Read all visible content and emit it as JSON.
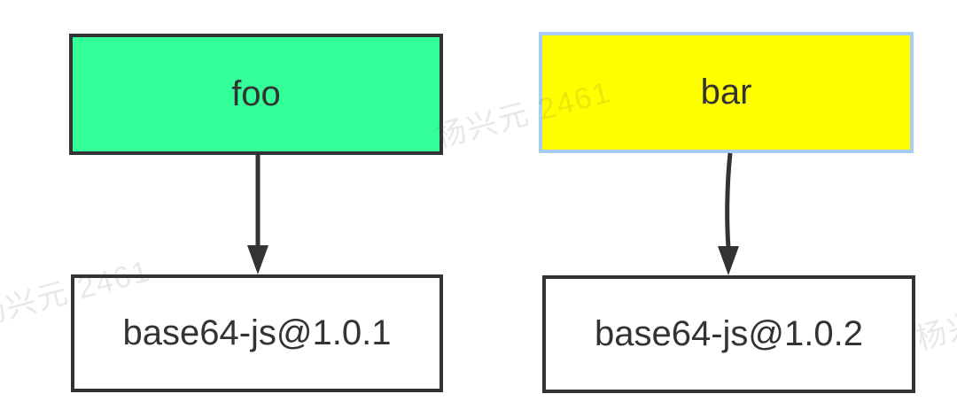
{
  "diagram": {
    "type": "dependency-graph",
    "background": "#ffffff",
    "stroke_color": "#333333",
    "nodes": [
      {
        "id": "foo",
        "label": "foo",
        "fill": "#33ff99",
        "border": "#333333"
      },
      {
        "id": "bar",
        "label": "bar",
        "fill": "#ffff00",
        "border": "#a9cdf2"
      },
      {
        "id": "dep1",
        "label": "base64-js@1.0.1",
        "fill": "#ffffff",
        "border": "#333333"
      },
      {
        "id": "dep2",
        "label": "base64-js@1.0.2",
        "fill": "#ffffff",
        "border": "#333333"
      }
    ],
    "edges": [
      {
        "from": "foo",
        "to": "base64-js@1.0.1",
        "style": "arrow-down"
      },
      {
        "from": "bar",
        "to": "base64-js@1.0.2",
        "style": "arrow-down"
      }
    ],
    "watermark": {
      "text": "杨兴元 2461",
      "color": "rgba(80,80,80,0.13)"
    }
  }
}
